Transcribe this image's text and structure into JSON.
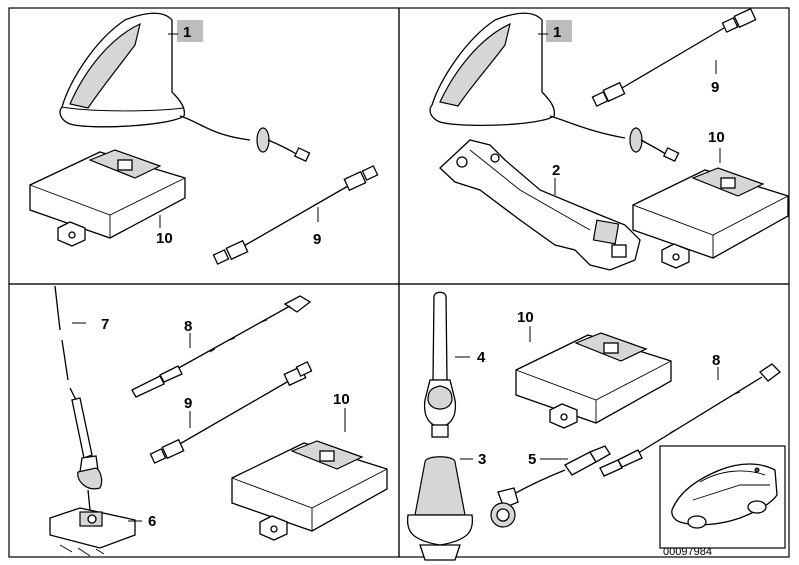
{
  "callouts": {
    "p1_antenna": "1",
    "p1_amplifier": "10",
    "p1_cable": "9",
    "p2_antenna": "1",
    "p2_cable": "9",
    "p2_amplifier": "10",
    "p2_bracket": "2",
    "p3_rod": "7",
    "p3_cable8": "8",
    "p3_cable9": "9",
    "p3_amplifier": "10",
    "p3_base": "6",
    "p4_whip": "4",
    "p4_amplifier": "10",
    "p4_cable8": "8",
    "p4_base": "3",
    "p4_cable5": "5"
  },
  "reference_number": "00097984",
  "colors": {
    "line": "#000000",
    "shade": "#d6d6d6",
    "callout_highlight": "#bdbdbd"
  }
}
